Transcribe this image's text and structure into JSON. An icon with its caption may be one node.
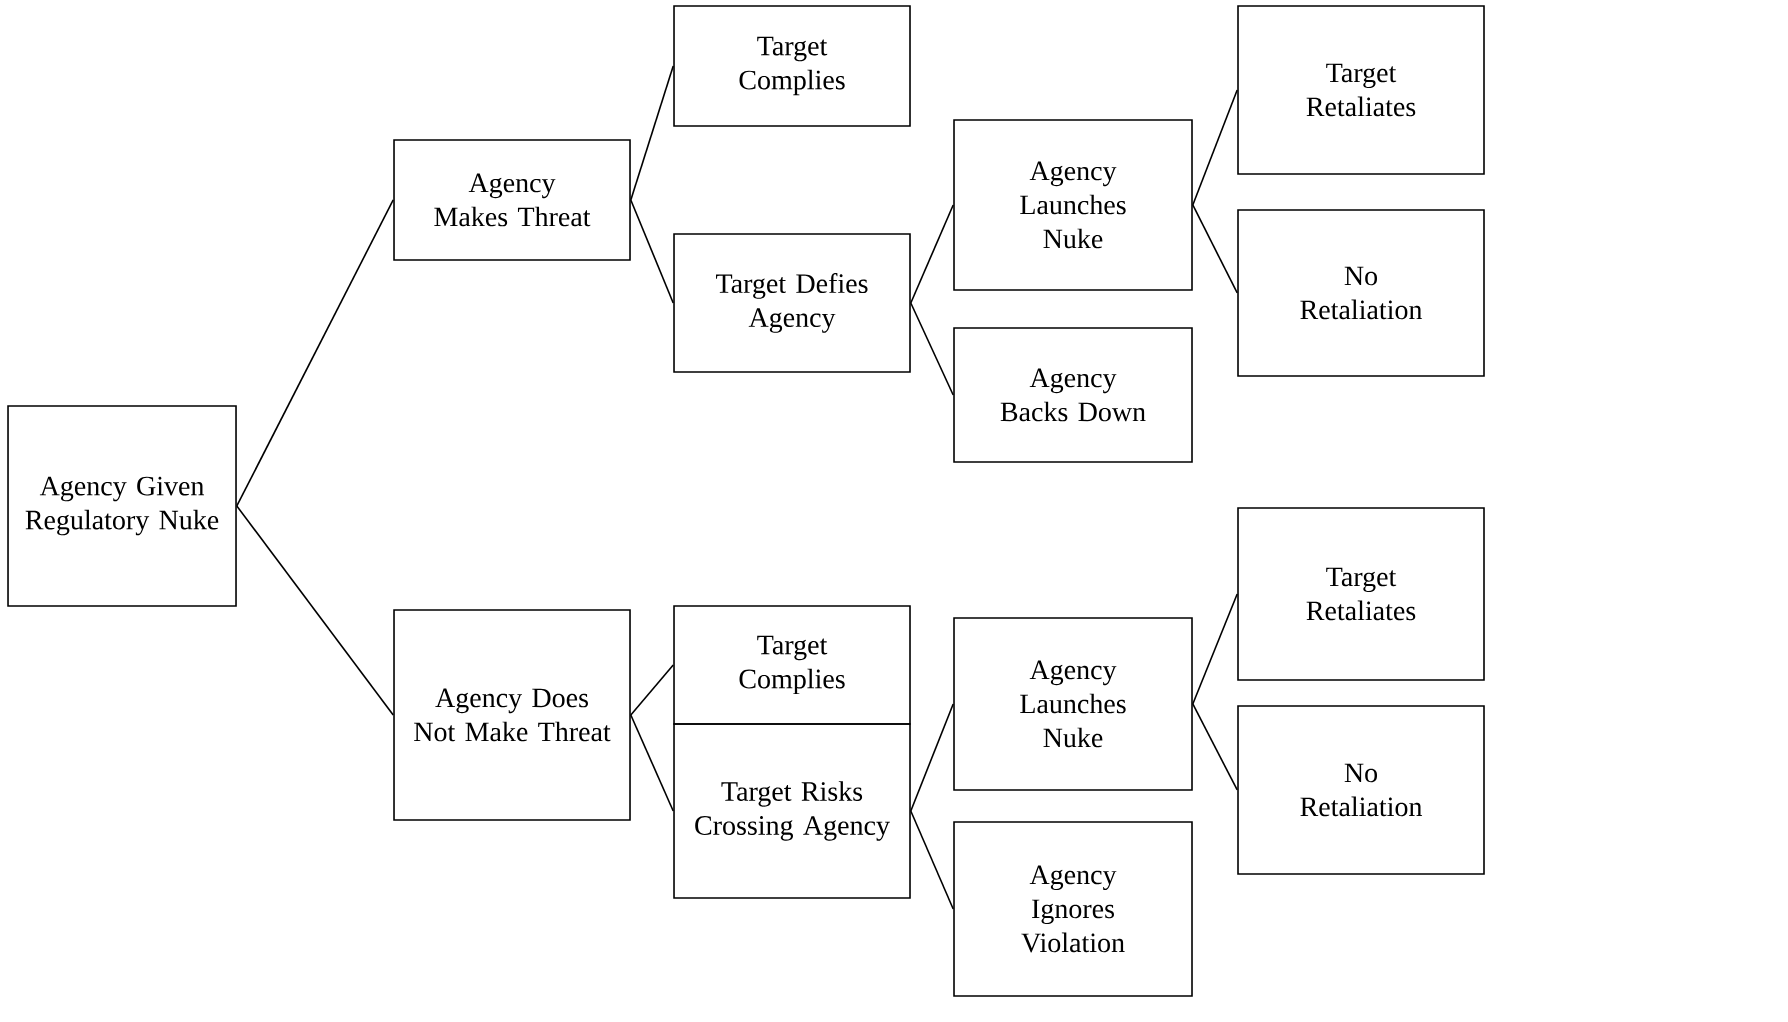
{
  "diagram": {
    "nodes": [
      {
        "text": [
          "Agency Given Regulatory Nuke"
        ]
      },
      {
        "text": [
          "Agency Makes Threat"
        ]
      },
      {
        "text": [
          "Target Complies"
        ]
      },
      {
        "text": [
          "Target Defies Agency"
        ]
      },
      {
        "text": [
          "Agency Launches Nuke"
        ]
      },
      {
        "text": [
          "Agency Backs Down"
        ]
      },
      {
        "text": [
          "Target Retaliates"
        ]
      },
      {
        "text": [
          "No Retaliation"
        ]
      },
      {
        "text": [
          "Agency Does Not Make Threat"
        ]
      },
      {
        "text": [
          "Target Complies"
        ]
      },
      {
        "text": [
          "Target Risks Crossing Agency"
        ]
      },
      {
        "text": [
          "Agency Launches Nuke"
        ]
      },
      {
        "text": [
          "Agency Ignores Violation"
        ]
      },
      {
        "text": [
          "Target Retaliates"
        ]
      },
      {
        "text": [
          "No Retaliation"
        ]
      }
    ],
    "edges": [
      {
        "from": 0,
        "to": 1,
        "arrow": "none"
      },
      {
        "from": 0,
        "to": 8,
        "arrow": "none"
      },
      {
        "from": 1,
        "to": 2,
        "arrow": "none"
      },
      {
        "from": 1,
        "to": 3,
        "arrow": "none"
      },
      {
        "from": 3,
        "to": 4,
        "arrow": "none"
      },
      {
        "from": 3,
        "to": 5,
        "arrow": "none"
      },
      {
        "from": 4,
        "to": 6,
        "arrow": "none"
      },
      {
        "from": 4,
        "to": 7,
        "arrow": "none"
      },
      {
        "from": 8,
        "to": 9,
        "arrow": "none"
      },
      {
        "from": 8,
        "to": 10,
        "arrow": "none"
      },
      {
        "from": 10,
        "to": 11,
        "arrow": "none"
      },
      {
        "from": 10,
        "to": 12,
        "arrow": "none"
      },
      {
        "from": 11,
        "to": 13,
        "arrow": "none"
      },
      {
        "from": 11,
        "to": 14,
        "arrow": "none"
      }
    ]
  }
}
